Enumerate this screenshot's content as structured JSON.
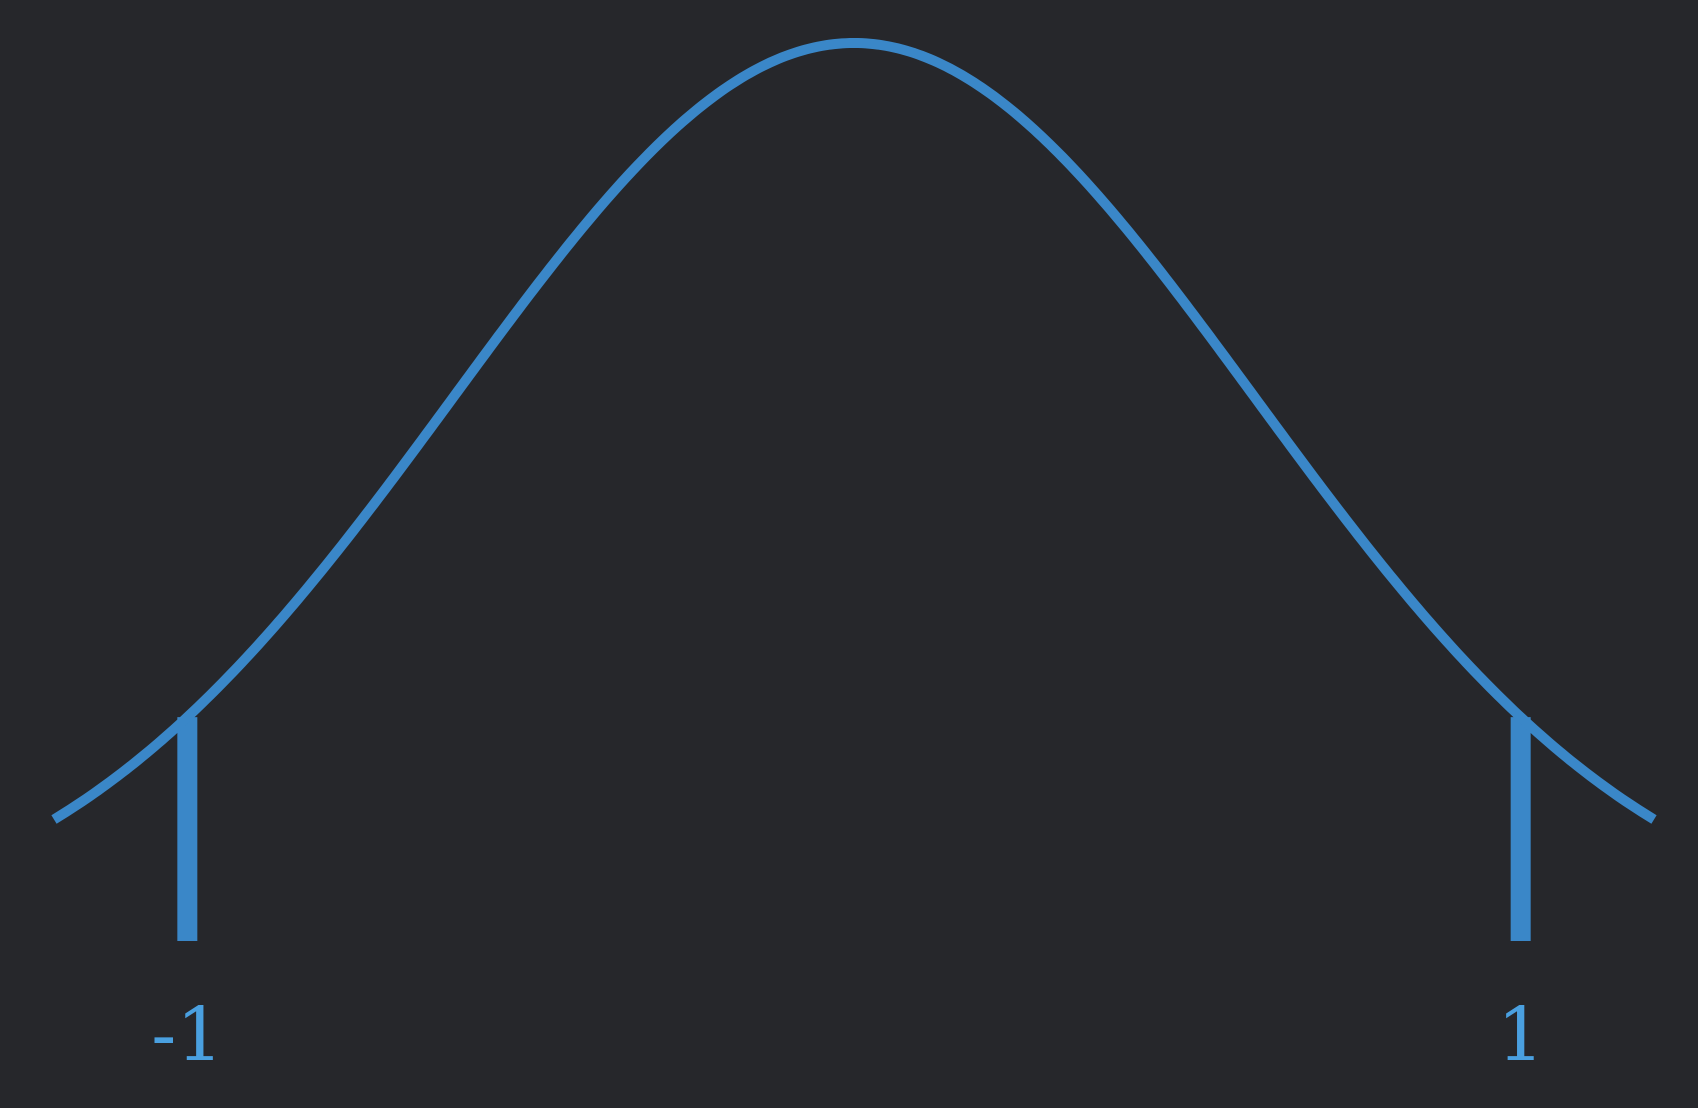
{
  "chart_data": {
    "type": "line",
    "title": "",
    "xlabel": "",
    "ylabel": "",
    "xlim": [
      -1.2,
      1.2
    ],
    "ylim": [
      0,
      1
    ],
    "grid": false,
    "legend": "none",
    "series": [
      {
        "curve": "normal",
        "mean": 0,
        "sd": 0.6,
        "x": [
          -1.2,
          -1.1,
          -1.0,
          -0.9,
          -0.8,
          -0.7,
          -0.6,
          -0.5,
          -0.4,
          -0.3,
          -0.2,
          -0.1,
          0.0,
          0.1,
          0.2,
          0.3,
          0.4,
          0.5,
          0.6,
          0.7,
          0.8,
          0.9,
          1.0,
          1.1,
          1.2
        ],
        "y": [
          0.135,
          0.186,
          0.249,
          0.325,
          0.411,
          0.506,
          0.607,
          0.707,
          0.801,
          0.882,
          0.946,
          0.986,
          1.0,
          0.986,
          0.946,
          0.882,
          0.801,
          0.707,
          0.607,
          0.506,
          0.411,
          0.325,
          0.249,
          0.186,
          0.135
        ]
      }
    ],
    "markers": [
      {
        "x": -1,
        "label": "-1"
      },
      {
        "x": 1,
        "label": "1"
      }
    ],
    "colors": {
      "background": "#26272b",
      "curve": "#3a87c8",
      "label": "#4aa0e0"
    }
  }
}
